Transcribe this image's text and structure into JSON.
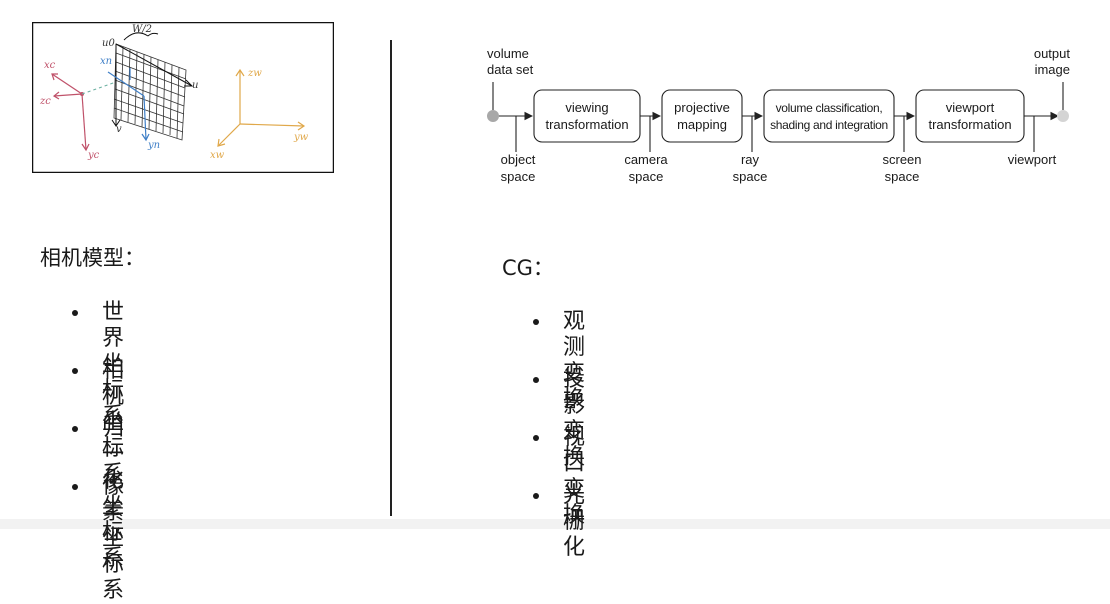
{
  "left_panel": {
    "title": "相机模型：",
    "items": [
      "世界坐标系",
      "相机坐标系",
      "归一化坐标系",
      "像素坐标系"
    ],
    "sketch_labels": {
      "half_width": "W/2",
      "u0": "u0",
      "u": "u",
      "v": "v",
      "xc": "xc",
      "zc": "zc",
      "yc": "yc",
      "xn": "xn",
      "yn": "yn",
      "zw": "zw",
      "yw": "yw",
      "xw": "xw"
    },
    "colors": {
      "camera_axes": "#c0526a",
      "normalized_axes": "#3f7fc7",
      "world_axes": "#e0a84a",
      "dashed_axis": "#6ab0a0"
    }
  },
  "right_panel": {
    "title": "CG：",
    "items": [
      "观测变换",
      "投影变换",
      "视口变换",
      "光栅化"
    ],
    "pipeline": {
      "input_label": [
        "volume",
        "data set"
      ],
      "output_label": [
        "output",
        "image"
      ],
      "stages": [
        [
          "viewing",
          "transformation"
        ],
        [
          "projective",
          "mapping"
        ],
        [
          "volume classification,",
          "shading and integration"
        ],
        [
          "viewport",
          "transformation"
        ]
      ],
      "spaces": [
        [
          "object",
          "space"
        ],
        [
          "camera",
          "space"
        ],
        [
          "ray",
          "space"
        ],
        [
          "screen",
          "space"
        ],
        [
          "viewport"
        ]
      ]
    }
  }
}
